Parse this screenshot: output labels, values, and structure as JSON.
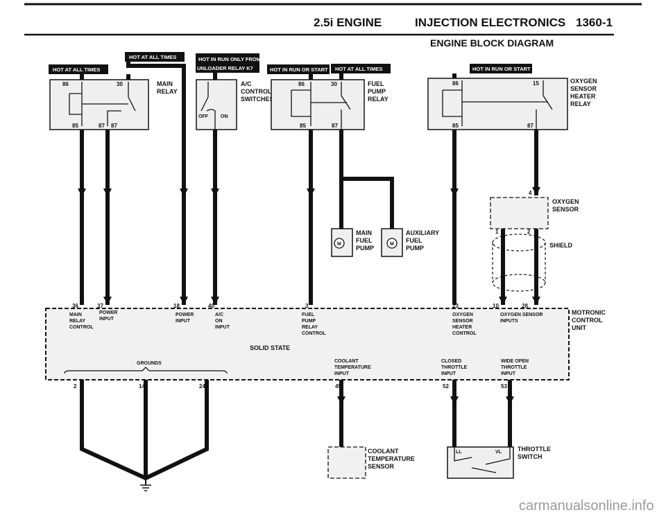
{
  "header": {
    "engine": "2.5i ENGINE",
    "section": "INJECTION ELECTRONICS",
    "page": "1360-1",
    "subtitle": "ENGINE BLOCK DIAGRAM"
  },
  "power_labels": {
    "main_relay_coil": "HOT AT ALL TIMES",
    "main_relay_30": "HOT AT ALL TIMES",
    "ac_line1": "HOT IN RUN ONLY FROM",
    "ac_line2": "UNLOADER RELAY K7",
    "fuel_relay_86": "HOT IN RUN OR START",
    "fuel_relay_30": "HOT AT ALL TIMES",
    "o2_relay_86": "HOT IN RUN OR START"
  },
  "components": {
    "main_relay": [
      "MAIN",
      "RELAY"
    ],
    "ac_switches": [
      "A/C",
      "CONTROL",
      "SWITCHES"
    ],
    "ac_off": "OFF",
    "ac_on": "ON",
    "fuel_pump_relay": [
      "FUEL",
      "PUMP",
      "RELAY"
    ],
    "o2_heater_relay": [
      "OXYGEN",
      "SENSOR",
      "HEATER",
      "RELAY"
    ],
    "main_fuel_pump": [
      "MAIN",
      "FUEL",
      "PUMP"
    ],
    "aux_fuel_pump": [
      "AUXILIARY",
      "FUEL",
      "PUMP"
    ],
    "pump_motor": "M",
    "oxygen_sensor": [
      "OXYGEN",
      "SENSOR"
    ],
    "shield": "SHIELD",
    "control_unit": [
      "MOTRONIC",
      "CONTROL",
      "UNIT"
    ],
    "coolant_sensor": [
      "COOLANT",
      "TEMPERATURE",
      "SENSOR"
    ],
    "throttle_switch": [
      "THROTTLE",
      "SWITCH"
    ],
    "throttle_ll": "LL",
    "throttle_vl": "VL"
  },
  "relay_pins": {
    "main": [
      "86",
      "30",
      "85",
      "87",
      "87"
    ],
    "fuel": [
      "86",
      "30",
      "85",
      "87"
    ],
    "o2": [
      "86",
      "15",
      "85",
      "87"
    ],
    "o2_sensor": [
      "4",
      "1",
      "2"
    ]
  },
  "ecu_pins_top": [
    {
      "pin": "36",
      "label": [
        "MAIN",
        "RELAY",
        "CONTROL"
      ]
    },
    {
      "pin": "37",
      "label": [
        "POWER",
        "INPUT"
      ]
    },
    {
      "pin": "18",
      "label": [
        "POWER",
        "INPUT"
      ]
    },
    {
      "pin": "40",
      "label": [
        "A/C",
        "ON",
        "INPUT"
      ]
    },
    {
      "pin": "3",
      "label": [
        "FUEL",
        "PUMP",
        "RELAY",
        "CONTROL"
      ]
    },
    {
      "pin": "23",
      "label": [
        "OXYGEN",
        "SENSOR",
        "HEATER",
        "CONTROL"
      ]
    },
    {
      "pin": "10",
      "label": [
        "OXYGEN SENSOR",
        "INPUTS"
      ]
    },
    {
      "pin": "28",
      "label": []
    }
  ],
  "ecu_pins_bottom": [
    {
      "pin": "2"
    },
    {
      "pin": "14"
    },
    {
      "pin": "24"
    },
    {
      "pin": "45",
      "label": [
        "COOLANT",
        "TEMPERATURE",
        "INPUT"
      ]
    },
    {
      "pin": "52",
      "label": [
        "CLOSED",
        "THROTTLE",
        "INPUT"
      ]
    },
    {
      "pin": "53",
      "label": [
        "WIDE OPEN",
        "THROTTLE",
        "INPUT"
      ]
    }
  ],
  "ecu_text": {
    "solid_state": "SOLID STATE",
    "grounds": "GROUNDS"
  },
  "watermark": "carmanualsonline.info"
}
